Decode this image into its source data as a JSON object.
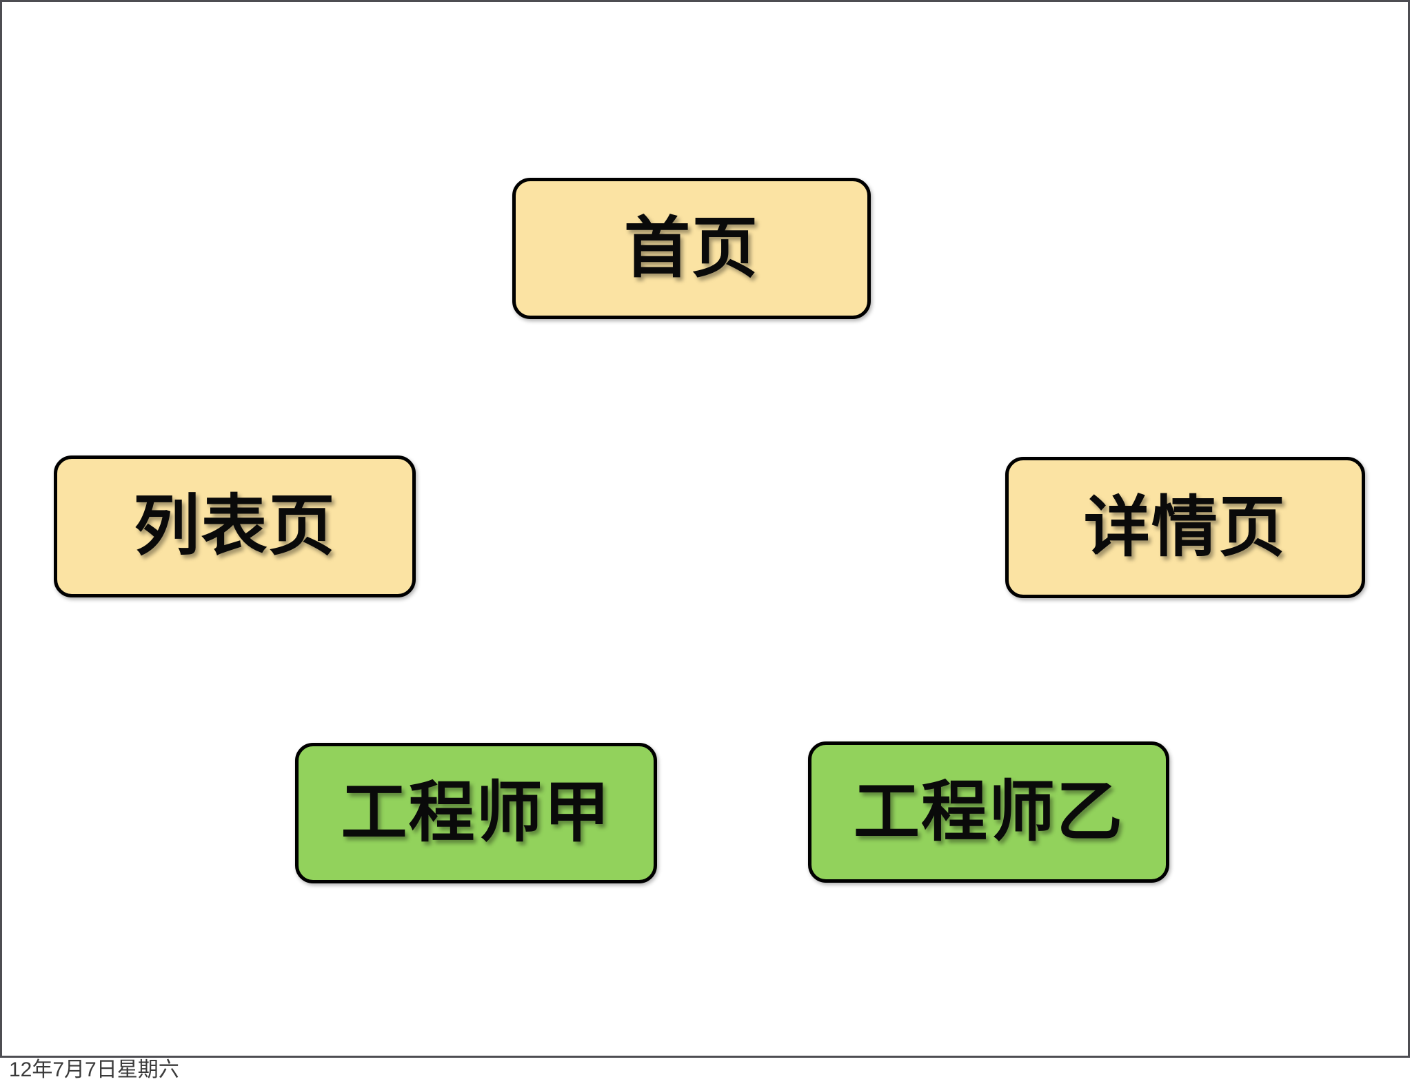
{
  "slide": {
    "footer": {
      "date": "12年7月7日星期六"
    },
    "nodes": {
      "home": {
        "label": "首页",
        "kind": "page"
      },
      "list": {
        "label": "列表页",
        "kind": "page"
      },
      "detail": {
        "label": "详情页",
        "kind": "page"
      },
      "engineer_a": {
        "label": "工程师甲",
        "kind": "engineer"
      },
      "engineer_b": {
        "label": "工程师乙",
        "kind": "engineer"
      }
    },
    "colors": {
      "page_node_fill": "#fbe3a3",
      "engineer_node_fill": "#92d25c",
      "node_border": "#000000",
      "node_text": "#0a0a0a",
      "frame_border": "#4d4d52",
      "footer_text": "#3a3a3a",
      "background": "#ffffff"
    }
  }
}
